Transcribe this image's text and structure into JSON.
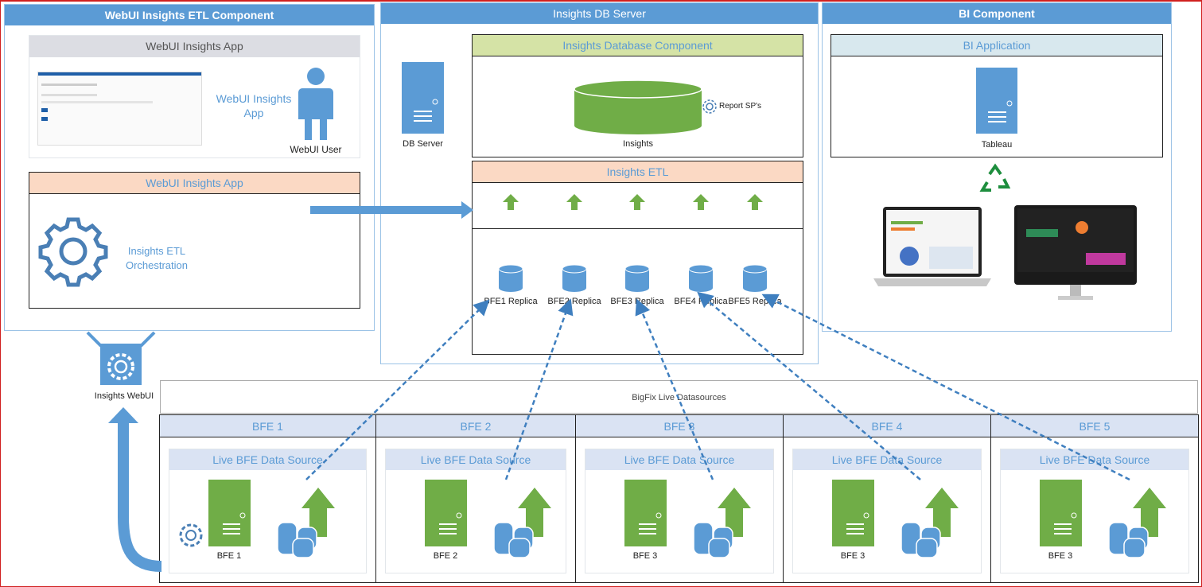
{
  "left_panel": {
    "title": "WebUI Insights ETL Component",
    "app_box": {
      "title": "WebUI Insights App",
      "app_text": "WebUI Insights App",
      "user_label": "WebUI User"
    },
    "etl_box": {
      "title": "WebUI Insights App",
      "orchestration_text": "Insights ETL Orchestration"
    },
    "webui_label": "Insights WebUI"
  },
  "middle_panel": {
    "title": "Insights DB Server",
    "server_label": "DB Server",
    "db_component": {
      "title": "Insights Database Component",
      "db_label": "Insights",
      "sp_label": "Report SP's"
    },
    "etl": {
      "title": "Insights ETL",
      "replicas": [
        "BFE1 Replica",
        "BFE2 Replica",
        "BFE3 Replica",
        "BFE4 Replica",
        "BFE5 Replica"
      ]
    }
  },
  "right_panel": {
    "title": "BI Component",
    "bi_app": {
      "title": "BI Application",
      "server_label": "Tableau"
    }
  },
  "datasources": {
    "title": "BigFix Live Datasources",
    "columns": [
      {
        "title": "BFE 1",
        "source": "Live BFE Data Source",
        "server": "BFE 1"
      },
      {
        "title": "BFE 2",
        "source": "Live BFE Data Source",
        "server": "BFE 2"
      },
      {
        "title": "BFE 3",
        "source": "Live BFE Data Source",
        "server": "BFE 3"
      },
      {
        "title": "BFE 4",
        "source": "Live BFE Data Source",
        "server": "BFE 3"
      },
      {
        "title": "BFE 5",
        "source": "Live BFE Data Source",
        "server": "BFE 3"
      }
    ]
  },
  "colors": {
    "header_blue": "#5b9bd5",
    "server_green": "#70ad47",
    "arrow_green": "#70ad47",
    "icon_blue": "#5b9bd5",
    "peach": "#fbd9c4",
    "olive": "#d5e3a6",
    "gray": "#dcdde3",
    "frame_red": "#d0201f"
  }
}
